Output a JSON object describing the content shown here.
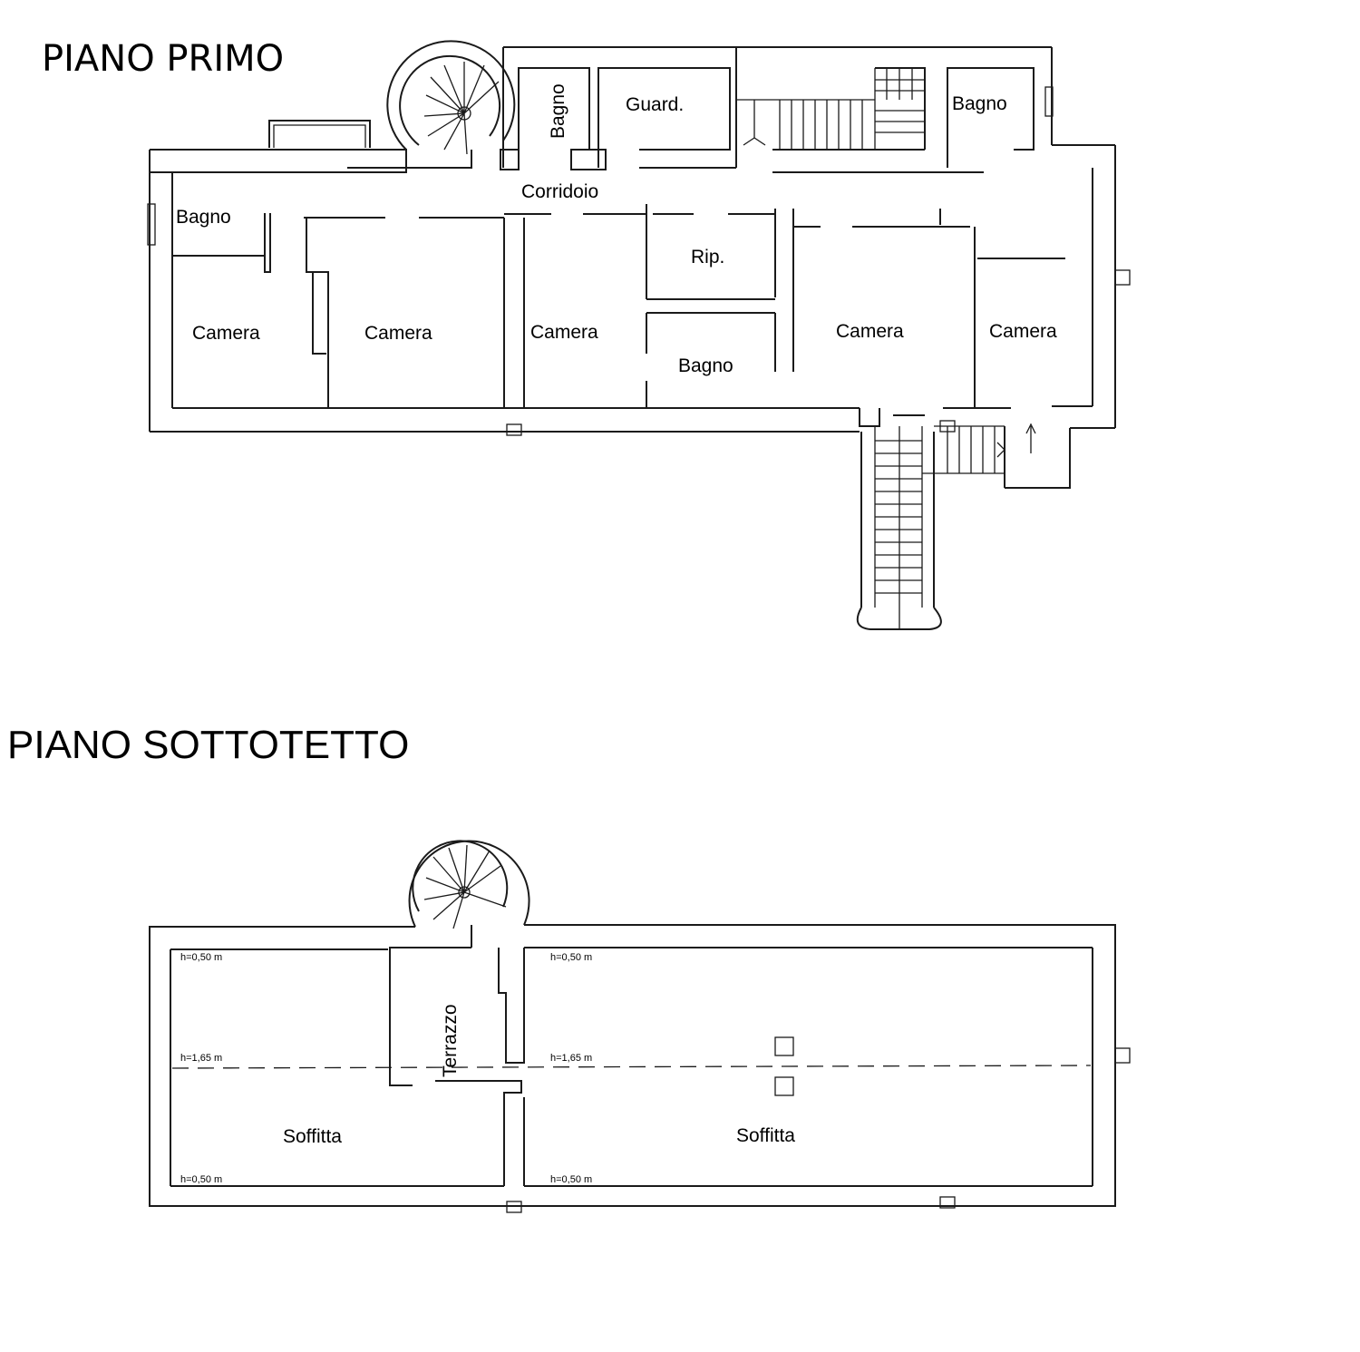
{
  "floor1": {
    "title": "PIANO PRIMO",
    "rooms": {
      "bagno_tower": "Bagno",
      "guard": "Guard.",
      "bagno_ne": "Bagno",
      "corridoio": "Corridoio",
      "bagno_w": "Bagno",
      "rip": "Rip.",
      "camera1": "Camera",
      "camera2": "Camera",
      "camera3": "Camera",
      "bagno_c": "Bagno",
      "camera4": "Camera",
      "camera5": "Camera"
    }
  },
  "floor2": {
    "title": "PIANO SOTTOTETTO",
    "rooms": {
      "terrazzo": "Terrazzo",
      "soffitta_w": "Soffitta",
      "soffitta_e": "Soffitta"
    },
    "heights": {
      "tl": "h=0,50 m",
      "ml": "h=1,65 m",
      "bl": "h=0,50 m",
      "tr": "h=0,50 m",
      "mr": "h=1,65 m",
      "br": "h=0,50 m"
    }
  }
}
